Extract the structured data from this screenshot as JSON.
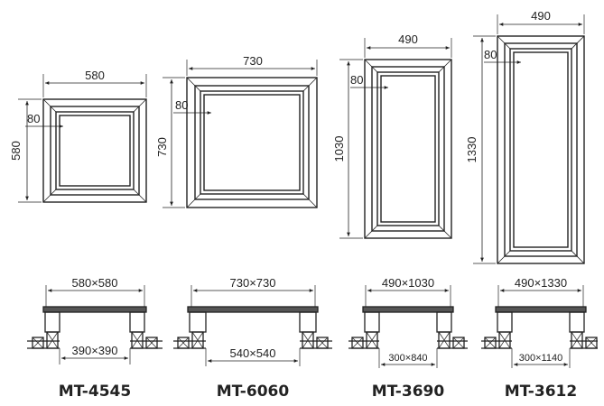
{
  "models": [
    {
      "name": "MT-4545",
      "top_width": "580",
      "top_height": "580",
      "frame": "80",
      "outer": "580×580",
      "inner": "390×390"
    },
    {
      "name": "MT-6060",
      "top_width": "730",
      "top_height": "730",
      "frame": "80",
      "outer": "730×730",
      "inner": "540×540"
    },
    {
      "name": "MT-3690",
      "top_width": "490",
      "top_height": "1030",
      "frame": "80",
      "outer": "490×1030",
      "inner": "300×840"
    },
    {
      "name": "MT-3612",
      "top_width": "490",
      "top_height": "1330",
      "frame": "80",
      "outer": "490×1330",
      "inner": "300×1140"
    }
  ],
  "colors": {
    "line": "#222222",
    "background": "#ffffff"
  }
}
